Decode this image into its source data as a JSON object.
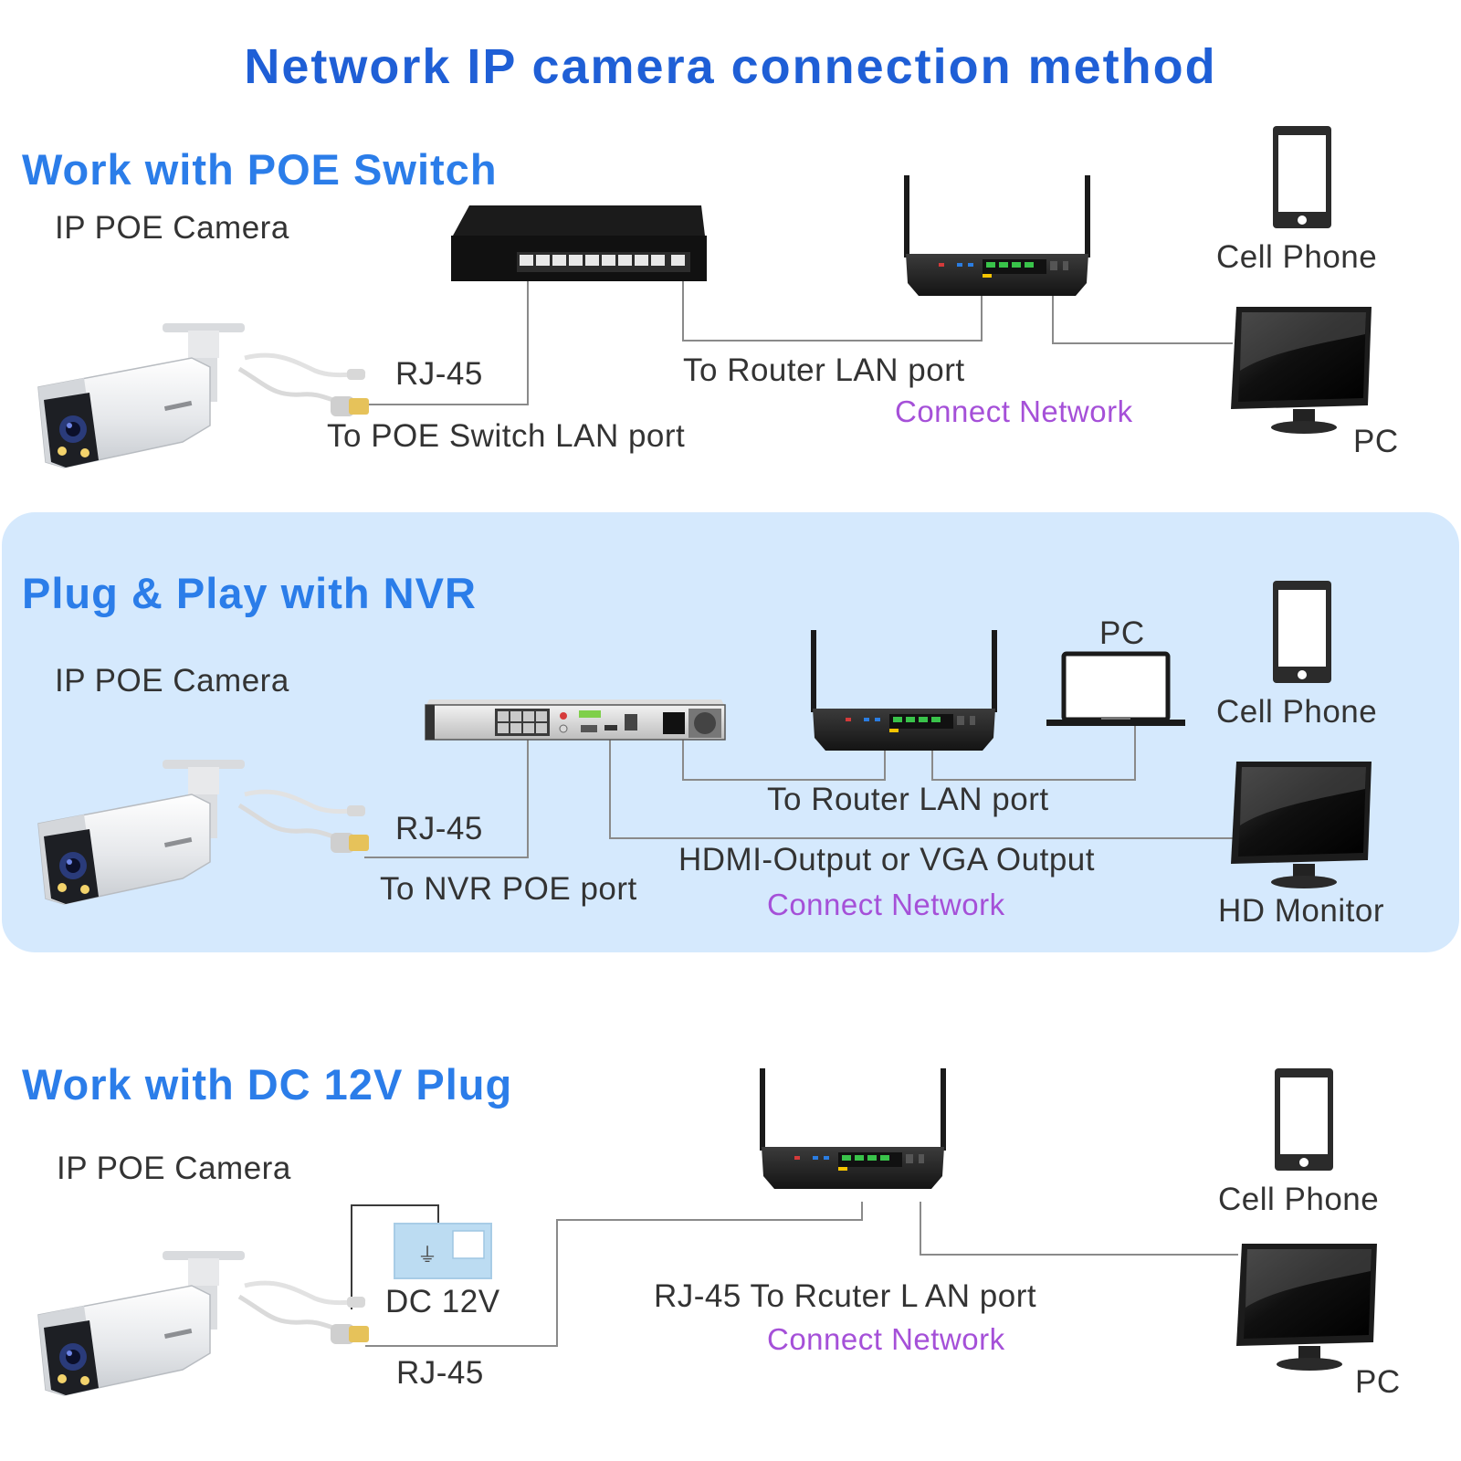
{
  "title": "Network IP camera connection method",
  "colors": {
    "title": "#1f5fd6",
    "section": "#2b7de9",
    "network": "#a550d8",
    "band": "#d5e9fd",
    "line": "#8a8a8a"
  },
  "sections": [
    {
      "title": "Work with POE Switch",
      "camera_label": "IP POE Camera",
      "labels": {
        "rj45": "RJ-45",
        "switch_port": "To POE Switch LAN port",
        "router_port": "To Router LAN port",
        "network": "Connect Network",
        "phone": "Cell Phone",
        "pc": "PC"
      },
      "icons": [
        "camera-icon",
        "poe-switch-icon",
        "router-icon",
        "cell-phone-icon",
        "monitor-icon"
      ]
    },
    {
      "title": "Plug & Play with NVR",
      "camera_label": "IP POE Camera",
      "labels": {
        "rj45": "RJ-45",
        "nvr_port": "To NVR POE port",
        "router_port": "To Router LAN port",
        "output": "HDMI-Output or VGA Output",
        "network": "Connect Network",
        "pc": "PC",
        "phone": "Cell Phone",
        "monitor": "HD Monitor"
      },
      "icons": [
        "camera-icon",
        "nvr-icon",
        "router-icon",
        "laptop-icon",
        "cell-phone-icon",
        "monitor-icon"
      ]
    },
    {
      "title": "Work with DC 12V Plug",
      "camera_label": "IP POE Camera",
      "labels": {
        "dc": "DC 12V",
        "rj45": "RJ-45",
        "router_port": "RJ-45 To Rcuter L AN port",
        "network": "Connect Network",
        "phone": "Cell Phone",
        "pc": "PC"
      },
      "icons": [
        "camera-icon",
        "power-adapter-icon",
        "router-icon",
        "cell-phone-icon",
        "monitor-icon"
      ]
    }
  ]
}
